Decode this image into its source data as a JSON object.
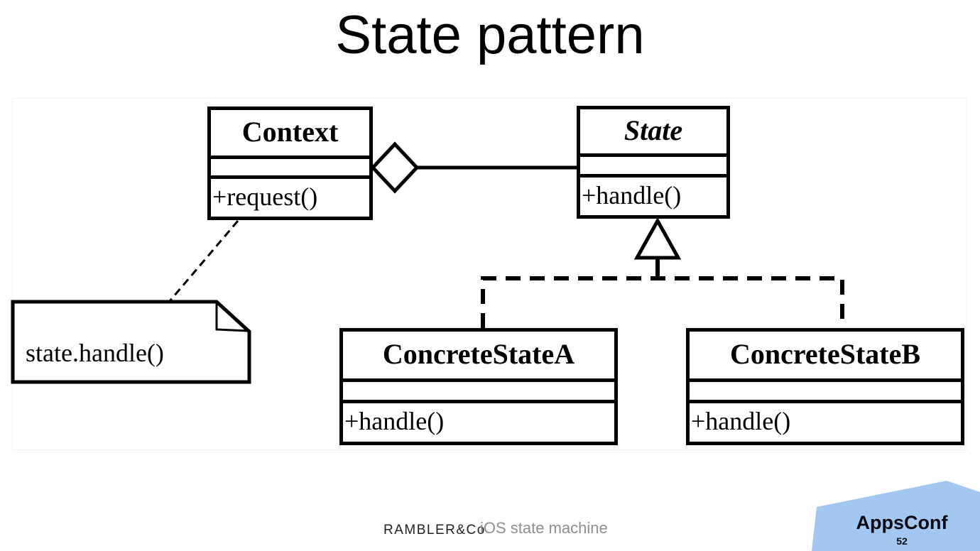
{
  "slide": {
    "title": "State pattern"
  },
  "diagram": {
    "type": "uml-class-diagram",
    "classes": [
      {
        "name": "Context",
        "abstract": false,
        "attributes": "",
        "methods": [
          "+request()"
        ]
      },
      {
        "name": "State",
        "abstract": true,
        "attributes": "",
        "methods": [
          "+handle()"
        ]
      },
      {
        "name": "ConcreteStateA",
        "abstract": false,
        "attributes": "",
        "methods": [
          "+handle()"
        ]
      },
      {
        "name": "ConcreteStateB",
        "abstract": false,
        "attributes": "",
        "methods": [
          "+handle()"
        ]
      }
    ],
    "note": {
      "text": "state.handle()",
      "attached_to": "Context"
    },
    "relations": [
      {
        "type": "aggregation",
        "from": "Context",
        "to": "State"
      },
      {
        "type": "inheritance",
        "from": "ConcreteStateA",
        "to": "State"
      },
      {
        "type": "inheritance",
        "from": "ConcreteStateB",
        "to": "State"
      },
      {
        "type": "note-attachment",
        "from": "note",
        "to": "Context"
      }
    ]
  },
  "footer": {
    "brand": "RAMBLER&Co",
    "deck_title": "iOS state machine",
    "badge": {
      "label": "AppsConf",
      "page": "52",
      "color": "#a2c7f0"
    }
  }
}
